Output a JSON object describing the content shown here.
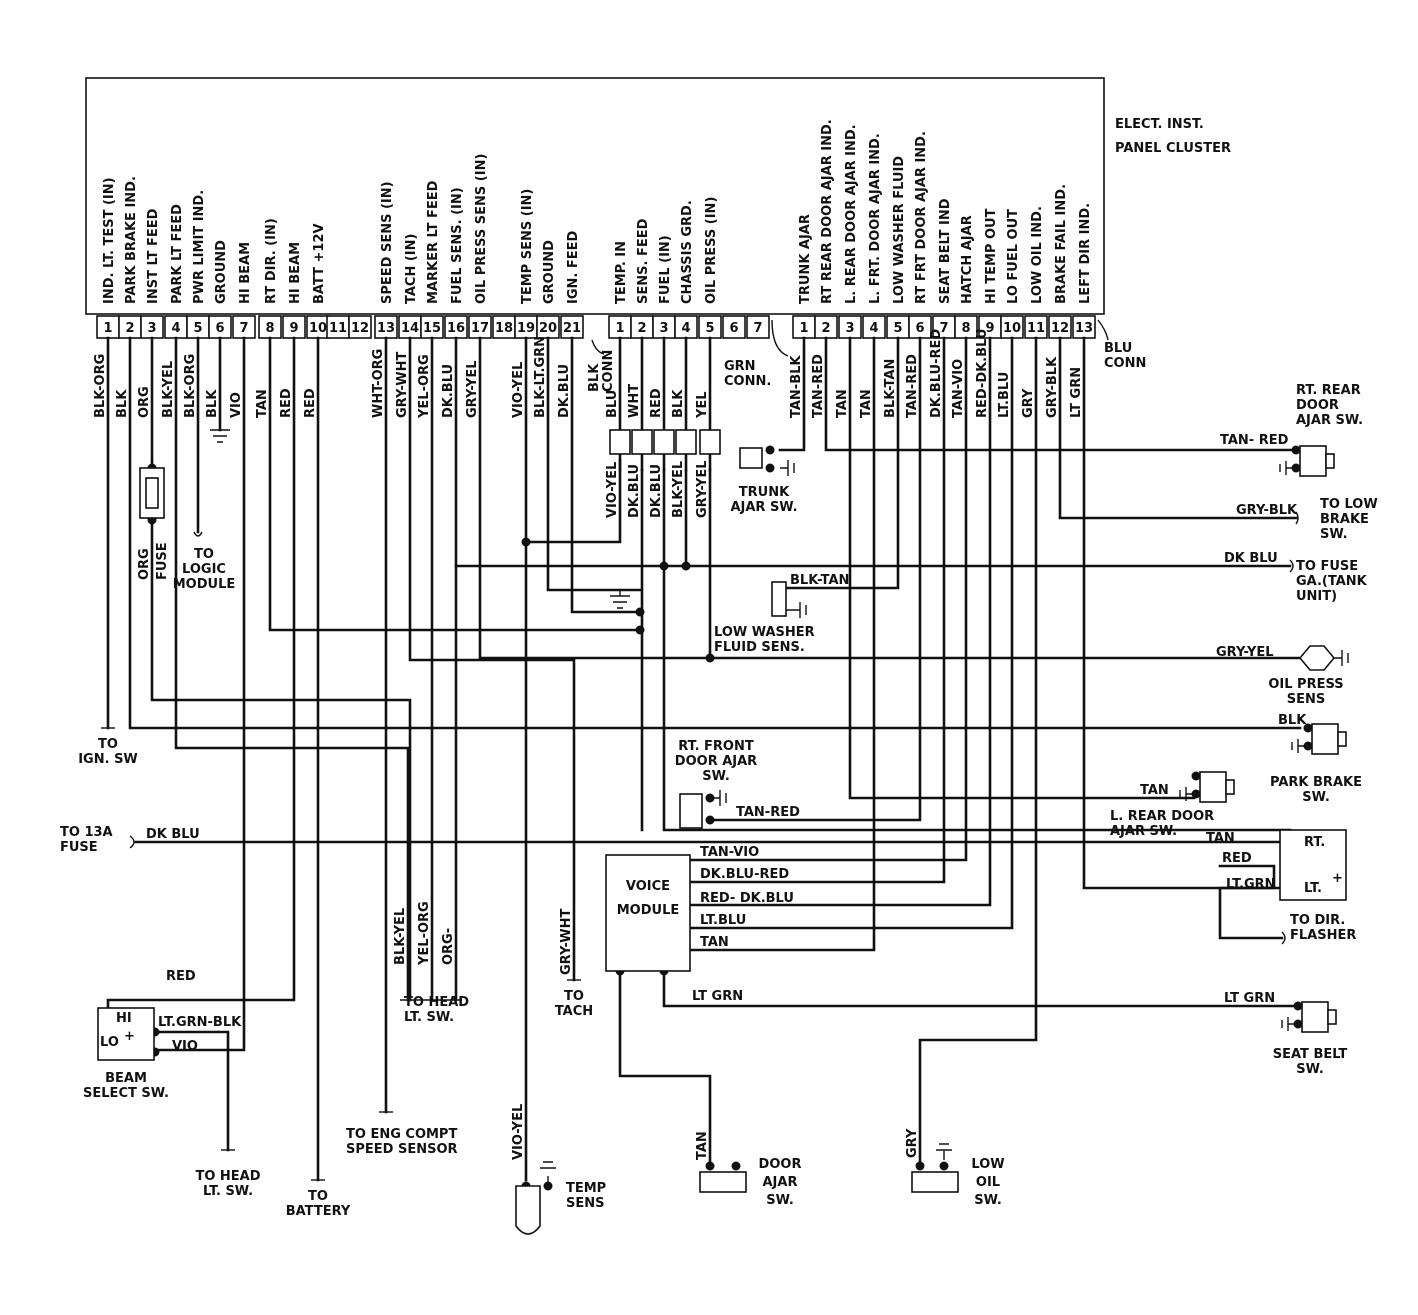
{
  "cluster": {
    "title_line1": "ELECT. INST.",
    "title_line2": "PANEL CLUSTER",
    "blk_pins": [
      {
        "num": "1",
        "label": "IND. LT. TEST (IN)",
        "wire": "BLK-ORG"
      },
      {
        "num": "2",
        "label": "PARK BRAKE IND.",
        "wire": "BLK"
      },
      {
        "num": "3",
        "label": "INST LT FEED",
        "wire": "ORG"
      },
      {
        "num": "4",
        "label": "PARK LT FEED",
        "wire": "BLK-YEL"
      },
      {
        "num": "5",
        "label": "PWR LIMIT IND.",
        "wire": "BLK-ORG"
      },
      {
        "num": "6",
        "label": "GROUND",
        "wire": "BLK"
      },
      {
        "num": "7",
        "label": "HI BEAM",
        "wire": "VIO"
      },
      {
        "num": "8",
        "label": "RT DIR. (IN)",
        "wire": "TAN"
      },
      {
        "num": "9",
        "label": "HI BEAM",
        "wire": "RED"
      },
      {
        "num": "10",
        "label": "BATT +12V",
        "wire": "RED"
      },
      {
        "num": "11",
        "label": "",
        "wire": ""
      },
      {
        "num": "12",
        "label": "",
        "wire": ""
      },
      {
        "num": "13",
        "label": "SPEED SENS (IN)",
        "wire": "WHT-ORG"
      },
      {
        "num": "14",
        "label": "TACH (IN)",
        "wire": "GRY-WHT"
      },
      {
        "num": "15",
        "label": "MARKER LT FEED",
        "wire": "YEL-ORG"
      },
      {
        "num": "16",
        "label": "FUEL SENS. (IN)",
        "wire": "DK.BLU"
      },
      {
        "num": "17",
        "label": "OIL PRESS SENS (IN)",
        "wire": "GRY-YEL"
      },
      {
        "num": "18",
        "label": "",
        "wire": ""
      },
      {
        "num": "19",
        "label": "TEMP SENS (IN)",
        "wire": "VIO-YEL"
      },
      {
        "num": "20",
        "label": "GROUND",
        "wire": "BLK-LT.GRN"
      },
      {
        "num": "21",
        "label": "IGN. FEED",
        "wire": "DK.BLU"
      }
    ],
    "grn_pins": [
      {
        "num": "1",
        "label": "TEMP. IN",
        "wire": "BLU"
      },
      {
        "num": "2",
        "label": "SENS. FEED",
        "wire": "WHT"
      },
      {
        "num": "3",
        "label": "FUEL (IN)",
        "wire": "RED"
      },
      {
        "num": "4",
        "label": "CHASSIS GRD.",
        "wire": "BLK"
      },
      {
        "num": "5",
        "label": "OIL PRESS (IN)",
        "wire": "YEL"
      },
      {
        "num": "6",
        "label": "",
        "wire": ""
      },
      {
        "num": "7",
        "label": "",
        "wire": ""
      }
    ],
    "blu_pins": [
      {
        "num": "1",
        "label": "TRUNK AJAR",
        "wire": "TAN-BLK"
      },
      {
        "num": "2",
        "label": "RT REAR DOOR AJAR IND.",
        "wire": "TAN-RED"
      },
      {
        "num": "3",
        "label": "L. REAR DOOR AJAR IND.",
        "wire": "TAN"
      },
      {
        "num": "4",
        "label": "L. FRT. DOOR AJAR IND.",
        "wire": "TAN"
      },
      {
        "num": "5",
        "label": "LOW WASHER FLUID",
        "wire": "BLK-TAN"
      },
      {
        "num": "6",
        "label": "RT FRT DOOR AJAR IND.",
        "wire": "TAN-RED"
      },
      {
        "num": "7",
        "label": "SEAT BELT IND",
        "wire": "DK.BLU-RED"
      },
      {
        "num": "8",
        "label": "HATCH AJAR",
        "wire": "TAN-VIO"
      },
      {
        "num": "9",
        "label": "HI TEMP OUT",
        "wire": "RED-DK.BLU"
      },
      {
        "num": "10",
        "label": "LO FUEL OUT",
        "wire": "LT.BLU"
      },
      {
        "num": "11",
        "label": "LOW OIL IND.",
        "wire": "GRY"
      },
      {
        "num": "12",
        "label": "BRAKE FAIL IND.",
        "wire": "GRY-BLK"
      },
      {
        "num": "13",
        "label": "LEFT DIR IND.",
        "wire": "LT GRN"
      }
    ]
  },
  "connectors": {
    "blk_conn": "BLK\nCONN",
    "grn_conn": "GRN\nCONN.",
    "blu_conn": "BLU\nCONN"
  },
  "inline_conn_wires": [
    "VIO-YEL",
    "DK.BLU",
    "DK.BLU",
    "BLK-YEL",
    "GRY-YEL"
  ],
  "labels": {
    "fuse": "FUSE",
    "to_logic_module": "TO\nLOGIC\nMODULE",
    "to_ign_sw": "TO\nIGN. SW",
    "to_13a_fuse": "TO 13A\nFUSE",
    "dk_blu_13a": "DK BLU",
    "beam_select_sw": "BEAM\nSELECT SW.",
    "beam_hi": "HI",
    "beam_lo": "LO",
    "beam_plus": "+",
    "beam_red": "RED",
    "beam_ltgrn_blk": "LT.GRN-BLK",
    "beam_vio": "VIO",
    "to_head_lt_sw_1": "TO HEAD\nLT. SW.",
    "to_battery": "TO\nBATTERY",
    "to_eng_compt": "TO ENG COMPT\nSPEED SENSOR",
    "head_sw_blk_yel": "BLK-YEL",
    "head_sw_yel_org": "YEL-ORG",
    "head_sw_org": "ORG-",
    "to_head_lt_sw_2": "TO HEAD\nLT.  SW.",
    "tach_wire": "GRY-WHT",
    "to_tach": "TO\nTACH",
    "temp_wire": "VIO-YEL",
    "temp_sens": "TEMP\nSENS",
    "trunk_ajar_sw": "TRUNK\nAJAR SW.",
    "low_washer_blk_tan": "BLK-TAN",
    "low_washer_sens": "LOW WASHER\nFLUID  SENS.",
    "rt_front_door_ajar_sw": "RT. FRONT\nDOOR  AJAR\nSW.",
    "rt_front_tan_red": "TAN-RED",
    "voice_module": "VOICE\nMODULE",
    "vm_tan_vio": "TAN-VIO",
    "vm_dkblu_red": "DK.BLU-RED",
    "vm_red_dkblu": "RED- DK.BLU",
    "vm_ltblu": "LT.BLU",
    "vm_tan": "TAN",
    "vm_ltgrn": "LT GRN",
    "door_ajar_tan": "TAN",
    "door_ajar_sw": "DOOR\nAJAR\nSW.",
    "low_oil_gry": "GRY",
    "low_oil_sw": "LOW\nOIL\nSW.",
    "rt_rear_door_ajar_sw": "RT. REAR\nDOOR\nAJAR SW.",
    "rt_rear_tan_red": "TAN- RED",
    "to_low_brake_sw": "TO LOW\nBRAKE\nSW.",
    "brake_gry_blk": "GRY-BLK",
    "to_fuse_ga": "TO FUSE\nGA.(TANK\nUNIT)",
    "fuse_ga_dk_blu": "DK BLU",
    "oil_press_sens": "OIL PRESS\nSENS",
    "oil_press_gry_yel": "GRY-YEL",
    "park_brake_sw": "PARK BRAKE\nSW.",
    "park_brake_blk": "BLK",
    "l_rear_door_ajar_sw": "L. REAR DOOR\nAJAR SW.",
    "l_rear_tan": "TAN",
    "dir_tan": "TAN",
    "dir_red": "RED",
    "dir_ltgrn": "LT.GRN",
    "dir_rt": "RT.",
    "dir_lt": "LT.",
    "dir_plus": "+",
    "to_dir_flasher": "TO DIR.\nFLASHER",
    "seat_belt_sw": "SEAT BELT\nSW.",
    "seat_belt_ltgrn": "LT GRN"
  }
}
